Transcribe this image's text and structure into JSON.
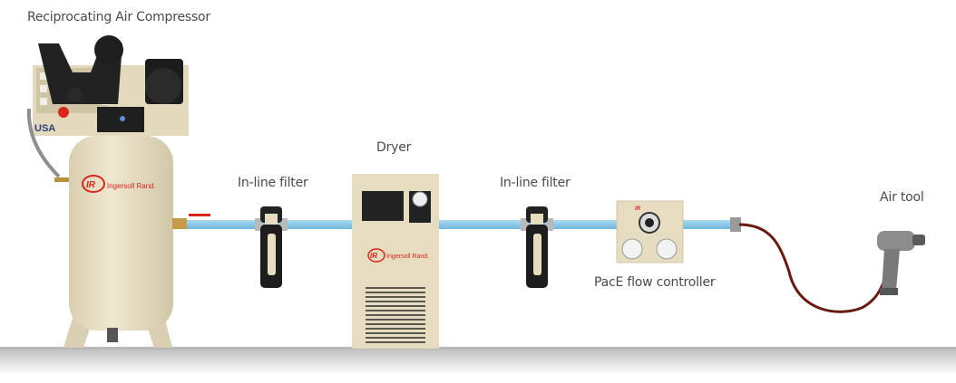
{
  "labels": {
    "compressor": "Reciprocating Air Compressor",
    "filter1": "In-line filter",
    "dryer": "Dryer",
    "filter2": "In-line filter",
    "controller": "PacE flow controller",
    "air_tool": "Air tool"
  },
  "brand": {
    "logo_text": "Ingersoll Rand.",
    "logo_mark": "IR",
    "usa_badge": "USA"
  },
  "colors": {
    "equipment_beige": "#e6dcc0",
    "pipe_blue": "#8ccbe9",
    "brand_red": "#d9261c",
    "hose": "#6b1a12",
    "floor": "#c8c8c8"
  }
}
